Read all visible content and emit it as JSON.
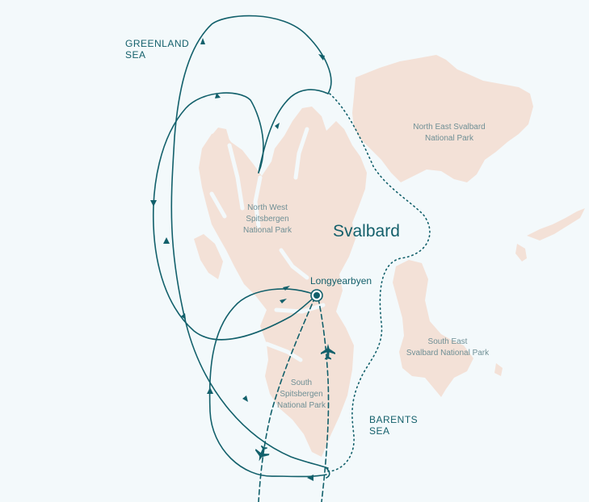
{
  "colors": {
    "sea": "#f3f9fb",
    "land": "#f3e1d7",
    "route": "#12606b",
    "label_dark": "#14606b",
    "label_park": "#6f8f95"
  },
  "labels": {
    "region": "Svalbard",
    "sea_greenland_line1": "GREENLAND",
    "sea_greenland_line2": "SEA",
    "sea_barents_line1": "BARENTS",
    "sea_barents_line2": "SEA",
    "park_ne_line1": "North East Svalbard",
    "park_ne_line2": "National Park",
    "park_nw_line1": "North West",
    "park_nw_line2": "Spitsbergen",
    "park_nw_line3": "National Park",
    "park_se_line1": "South East",
    "park_se_line2": "Svalbard National Park",
    "park_s_line1": "South",
    "park_s_line2": "Spitsbergen",
    "park_s_line3": "National Park",
    "port": "Longyearbyen"
  },
  "icons": {
    "port": "port-marker-icon",
    "plane": "airplane-icon",
    "arrow": "direction-arrow-icon"
  }
}
